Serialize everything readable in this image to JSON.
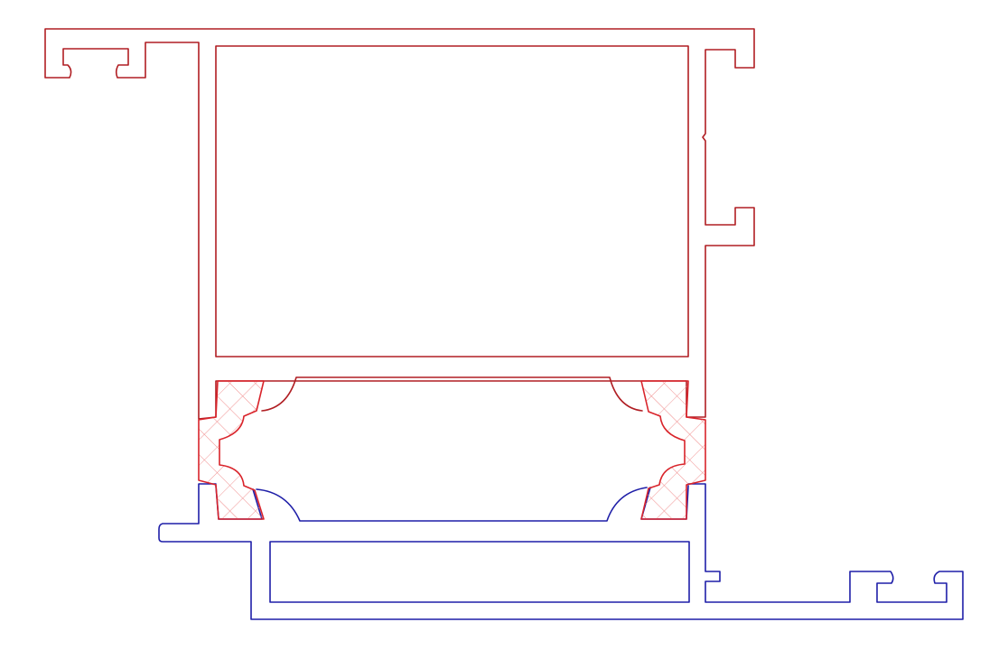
{
  "drawing": {
    "type": "aluminium-profile-cross-section",
    "parts": [
      {
        "name": "upper-profile",
        "color": "#b01e23"
      },
      {
        "name": "lower-profile",
        "color": "#1f1fa8"
      },
      {
        "name": "thermal-break-strips",
        "color": "#d9242b",
        "fill": "crosshatch",
        "hatch_color": "#f08a8a"
      }
    ]
  }
}
